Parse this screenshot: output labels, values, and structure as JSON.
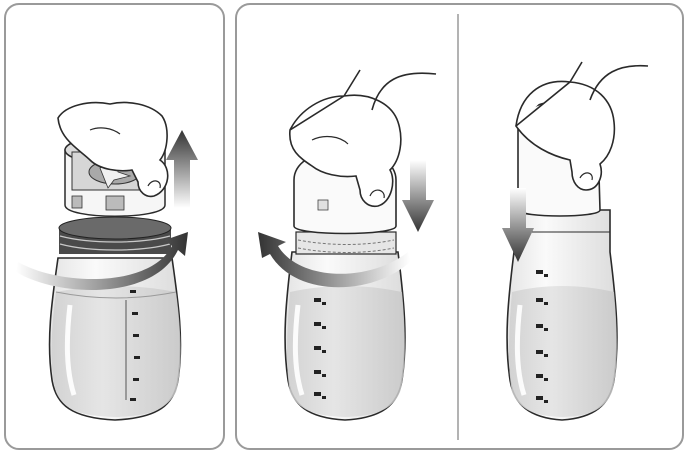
{
  "panels": [
    {
      "step": "unscrew-blade-unit-and-lift-off"
    },
    {
      "step": "place-lid-on-bottle"
    },
    {
      "step": "press-cap-down-to-close"
    }
  ],
  "colors": {
    "panel_border": "#9a9a9a",
    "outline": "#2a2a2a",
    "fill_light": "#f4f4f4",
    "liquid": "#d8d8d8",
    "arrow_dark": "#333333",
    "arrow_light": "#e6e6e6"
  },
  "icons": [
    "hand-icon",
    "bottle-icon",
    "blade-unit-icon",
    "lid-icon",
    "cap-icon",
    "rotate-arrow-icon",
    "up-arrow-icon",
    "down-arrow-icon"
  ]
}
